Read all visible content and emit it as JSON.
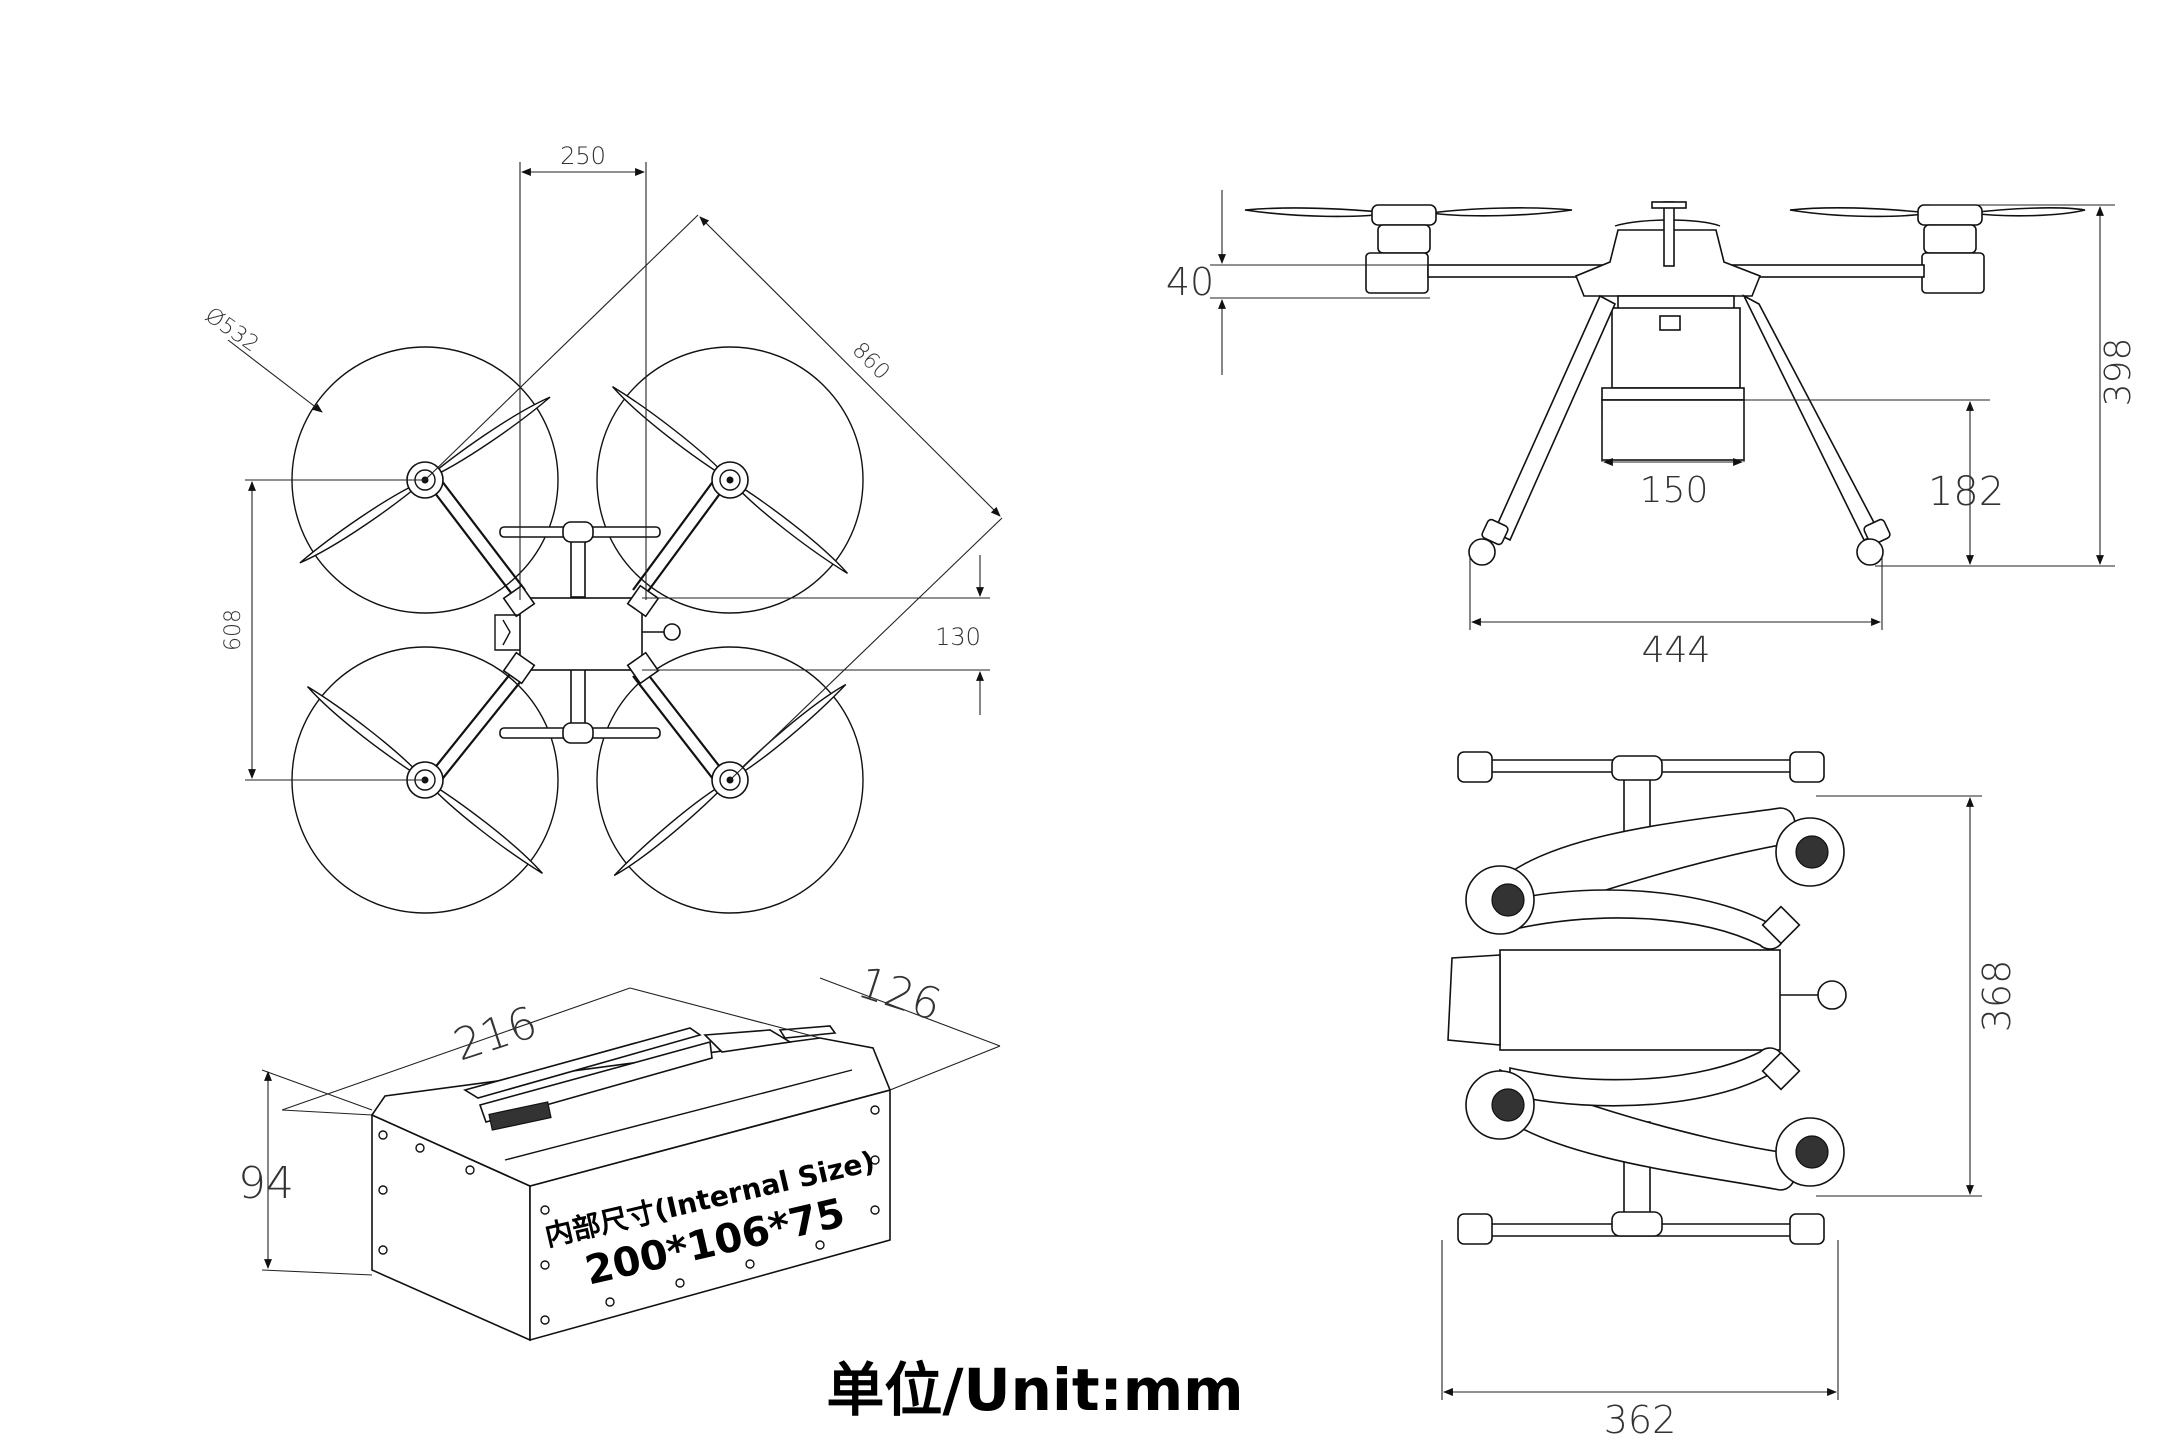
{
  "top_view": {
    "dim_motor_spacing": "250",
    "dim_prop_diameter": "Ø532",
    "dim_diagonal": "860",
    "dim_side": "608",
    "dim_body": "130"
  },
  "side_view": {
    "dim_height_top": "40",
    "dim_total_height": "398",
    "dim_payload_width": "150",
    "dim_payload_height": "182",
    "dim_gear_width": "444"
  },
  "folded_view": {
    "dim_length": "368",
    "dim_width": "362"
  },
  "payload_box": {
    "dim_length": "216",
    "dim_width": "126",
    "dim_height": "94",
    "internal_label": "内部尺寸(Internal Size)",
    "internal_dims": "200*106*75"
  },
  "unit_caption": "单位/Unit:mm"
}
